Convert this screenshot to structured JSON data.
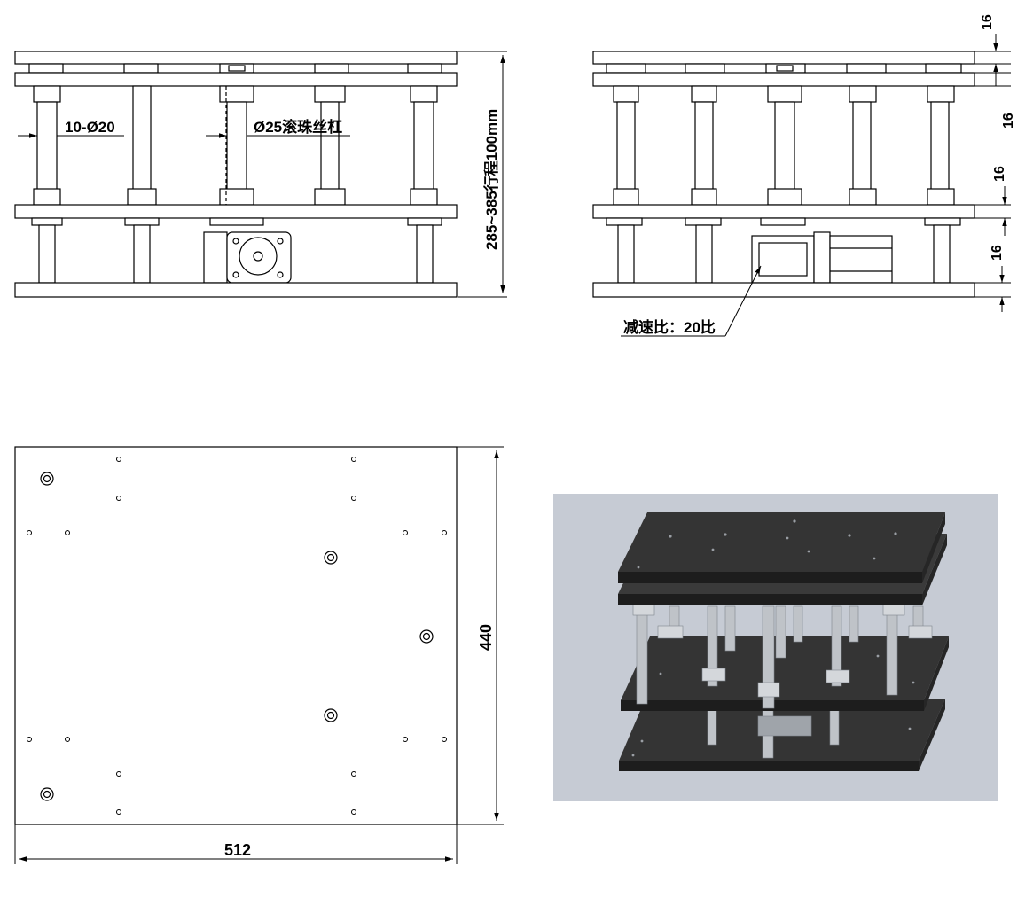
{
  "front_view": {
    "label_rods": "10-Ø20",
    "label_screw": "Ø25滚珠丝杠",
    "label_height": "285~385行程100mm"
  },
  "side_view": {
    "dim_1": "16",
    "dim_2": "16",
    "dim_3": "16",
    "dim_4": "16",
    "label_ratio": "减速比：20比"
  },
  "top_view": {
    "dim_width": "512",
    "dim_depth": "440"
  },
  "render_view": {
    "background_color": "#c6cbd4",
    "plate_color": "#2b2b2b",
    "rod_color": "#bfc3c8"
  }
}
